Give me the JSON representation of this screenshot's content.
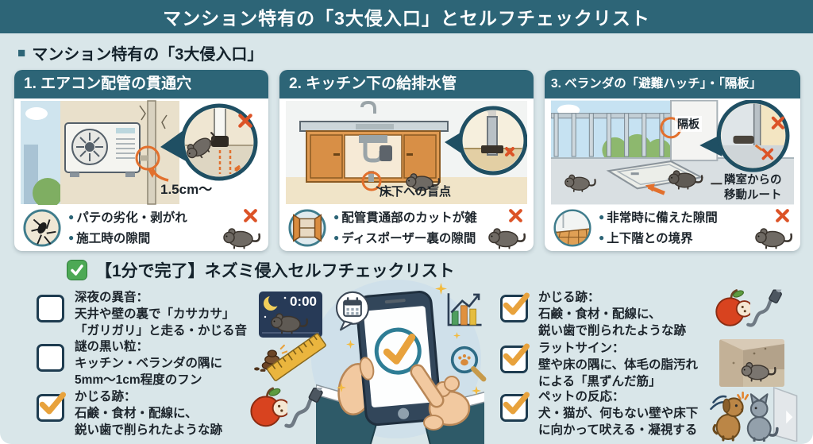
{
  "banner": {
    "title": "マンション特有の「3大侵入口」とセルフチェックリスト"
  },
  "section": {
    "square": "■",
    "heading": "マンション特有の「3大侵入口」"
  },
  "glyphs": {
    "bullet": "●"
  },
  "panels": [
    {
      "title": "1. エアコン配管の貫通穴",
      "gap_label": "1.5cm〜",
      "bullets": [
        "パテの劣化・剥がれ",
        "施工時の隙間"
      ]
    },
    {
      "title": "2. キッチン下の給排水管",
      "blind_label": "床下への盲点",
      "bullets": [
        "配管貫通部のカットが雑",
        "ディスポーザー裏の隙間"
      ]
    },
    {
      "title": "3. ベランダの「避難ハッチ」・「隔板」",
      "partition_label": "隔板",
      "route_label_1": "隣室からの",
      "route_label_2": "移動ルート",
      "bullets": [
        "非常時に備えた隙間",
        "上下階との境界"
      ]
    }
  ],
  "checklist": {
    "heading": "【1分で完了】ネズミ侵入セルフチェックリスト",
    "clock_time": "0:00",
    "left": [
      {
        "checked": false,
        "title": "深夜の異音：",
        "lines": [
          "天井や壁の裏で「カサカサ」",
          "「ガリガリ」と走る・かじる音"
        ]
      },
      {
        "checked": false,
        "title": "謎の黒い粒：",
        "lines": [
          "キッチン・ベランダの隅に",
          "5mm〜1cm程度のフン"
        ]
      },
      {
        "checked": true,
        "title": "かじる跡：",
        "lines": [
          "石鹸・食材・配線に、",
          "鋭い歯で削られたような跡"
        ]
      }
    ],
    "right": [
      {
        "checked": true,
        "title": "かじる跡：",
        "lines": [
          "石鹸・食材・配線に、",
          "鋭い歯で削られたような跡"
        ]
      },
      {
        "checked": true,
        "title": "ラットサイン：",
        "lines": [
          "壁や床の隅に、体毛の脂汚れ",
          "による「黒ずんだ筋」"
        ]
      },
      {
        "checked": true,
        "title": "ペットの反応：",
        "lines": [
          "犬・猫が、何もない壁や床下",
          "に向かって吠える・凝視する"
        ]
      }
    ]
  },
  "colors": {
    "teal": "#2d6577",
    "x_mark": "#dc5327",
    "check_orange": "#e8a23c",
    "green_check": "#4da955",
    "background": "#d9e6e9"
  },
  "icons": {
    "panel1_badge": "wall-crack-icon",
    "panel2_badge": "open-cabinet-icon",
    "panel3_badge": "hatch-floor-icon",
    "warning": "x-mark-icon",
    "rodent": "mouse-icon"
  }
}
